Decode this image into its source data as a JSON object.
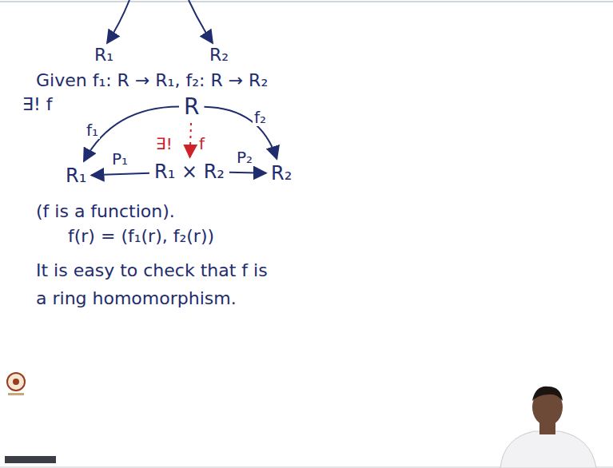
{
  "diagram": {
    "nodes": [
      {
        "text": [
          "R"
        ]
      },
      {
        "text": [
          "R₁"
        ]
      },
      {
        "text": [
          "R₁ × R₂"
        ]
      },
      {
        "text": [
          "R₂"
        ]
      }
    ],
    "edges": [
      {
        "from": 0,
        "to": 1,
        "label": "f₁",
        "arrow": "to"
      },
      {
        "from": 0,
        "to": 3,
        "label": "f₂",
        "arrow": "to"
      },
      {
        "from": 0,
        "to": 2,
        "label": "f",
        "arrow": "to"
      },
      {
        "from": 2,
        "to": 1,
        "label": "P₁",
        "arrow": "to"
      },
      {
        "from": 2,
        "to": 3,
        "label": "P₂",
        "arrow": "to"
      }
    ],
    "labels": [
      "R₁",
      "R₂",
      "Given f₁: R → R₁, f₂: R → R₂",
      "∃! f",
      "∃!",
      "(f is a function).",
      "f(r) = (f₁(r), f₂(r))",
      "It is easy to check that f is",
      "a ring homomorphism."
    ]
  }
}
